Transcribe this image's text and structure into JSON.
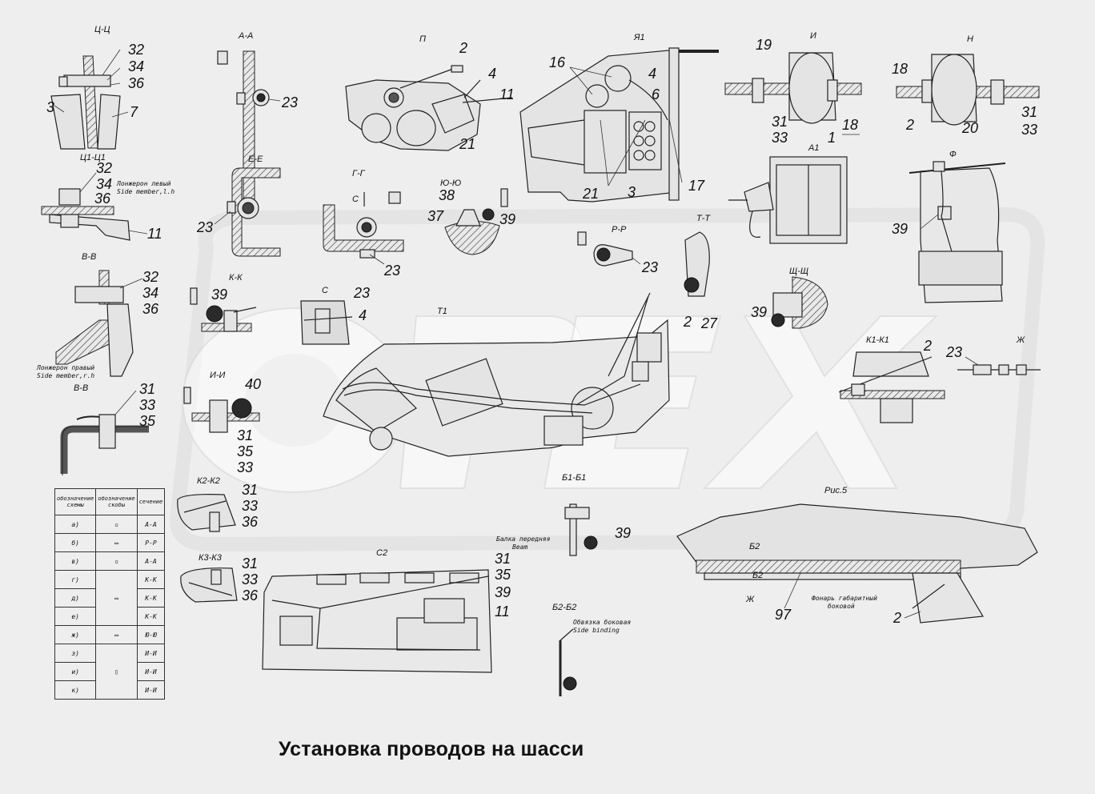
{
  "title": "Установка проводов на шасси",
  "watermark": "OPEX",
  "sections": {
    "c_c": "Ц-Ц",
    "c1_c1": "Ц1-Ц1",
    "v_v": "В-В",
    "v_v2": "В-В",
    "a_a": "А-А",
    "e_e": "Е-Е",
    "g_g": "Г-Г",
    "yu_yu": "Ю-Ю",
    "p": "П",
    "ya1": "Я1",
    "i": "И",
    "n": "Н",
    "a1": "А1",
    "zh_mark": "Ф",
    "r_r": "Р-Р",
    "t_t": "Т-Т",
    "shch_shch": "Щ-Щ",
    "k_k": "К-К",
    "s": "С",
    "t1": "Т1",
    "k1_k1": "К1-К1",
    "zh": "Ж",
    "i_i": "И-И",
    "b1_b1": "Б1-Б1",
    "ris5": "Рис.5",
    "k2_k2": "К2-К2",
    "k3_k3": "К3-К3",
    "c2": "С2",
    "b2_b2": "Б2-Б2",
    "s_arrow": "С",
    "b2a": "Б2",
    "b2b": "Б2",
    "zh2": "Ж"
  },
  "notes": {
    "left_member_ru": "Лонжерон левый",
    "left_member_en": "Side member,l.h",
    "right_member_ru": "Лонжерон правый",
    "right_member_en": "Side member,r.h",
    "beam_ru": "Балка передняя",
    "beam_en": "Beam",
    "binding_ru": "Обвязка боковая",
    "binding_en": "Side binding",
    "lamp_ru": "Фонарь габаритный",
    "lamp_ru2": "боковой"
  },
  "callouts": {
    "cc": [
      "32",
      "34",
      "36",
      "3",
      "7"
    ],
    "c1c1": [
      "32",
      "34",
      "36",
      "11"
    ],
    "vv": [
      "32",
      "34",
      "36"
    ],
    "vv2": [
      "31",
      "33",
      "35"
    ],
    "aa": [
      "23"
    ],
    "ee": [
      "23"
    ],
    "gg": [
      "23"
    ],
    "yuyu": [
      "38",
      "37",
      "39"
    ],
    "p": [
      "2",
      "4",
      "11",
      "21"
    ],
    "ya1": [
      "16",
      "4",
      "6",
      "21",
      "3",
      "17"
    ],
    "i": [
      "19",
      "31",
      "33",
      "18",
      "1"
    ],
    "n": [
      "18",
      "2",
      "20",
      "31",
      "33"
    ],
    "zh_mark": [
      "39"
    ],
    "rr": [
      "23"
    ],
    "tt": [
      "2",
      "27"
    ],
    "shch": [
      "39"
    ],
    "kk": [
      "39"
    ],
    "s": [
      "23",
      "4"
    ],
    "k1": [
      "2"
    ],
    "zh": [
      "23"
    ],
    "ii": [
      "40",
      "31",
      "35",
      "33"
    ],
    "k2": [
      "31",
      "33",
      "36"
    ],
    "k3": [
      "31",
      "33",
      "36"
    ],
    "c2": [
      "31",
      "35",
      "39",
      "11"
    ],
    "beam": [
      "39"
    ],
    "ris5": [
      "97",
      "2"
    ]
  },
  "legend": {
    "headers": [
      "обозначение схемы",
      "обозначение скобы",
      "сечение"
    ],
    "rows": [
      {
        "mark": "а)",
        "section": "А-А"
      },
      {
        "mark": "б)",
        "section": "Р-Р"
      },
      {
        "mark": "в)",
        "section": "А-А"
      },
      {
        "mark": "г)",
        "section": "К-К"
      },
      {
        "mark": "д)",
        "section": "К-К"
      },
      {
        "mark": "е)",
        "section": "К-К"
      },
      {
        "mark": "ж)",
        "section": "Ю-Ю"
      },
      {
        "mark": "з)",
        "section": "И-И"
      },
      {
        "mark": "и)",
        "section": "И-И"
      },
      {
        "mark": "к)",
        "section": "И-И"
      }
    ]
  }
}
